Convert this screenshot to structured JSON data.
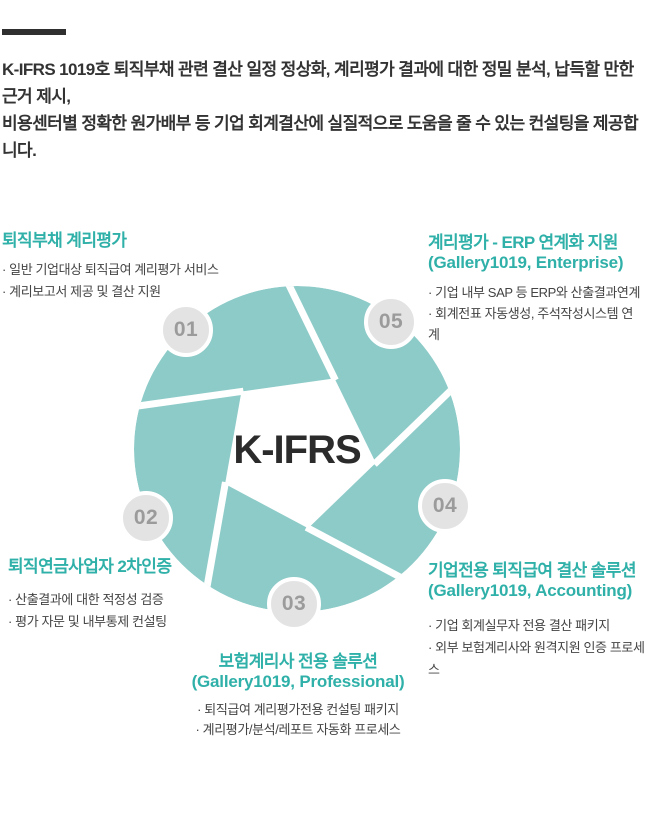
{
  "intro": {
    "lines": [
      "K-IFRS 1019호 퇴직부채 관련 결산 일정 정상화, 계리평가 결과에 대한 정밀 분석, 납득할 만한 근거 제시,",
      "비용센터별 정확한 원가배부 등 기업 회계결산에 실질적으로 도움을 줄 수 있는 컨설팅을 제공합니다."
    ]
  },
  "diagram": {
    "center_label": "K-IFRS",
    "badges": [
      "01",
      "02",
      "03",
      "04",
      "05"
    ]
  },
  "sections": [
    {
      "id": "01",
      "title": "퇴직부채 계리평가",
      "items": [
        "· 일반 기업대상 퇴직급여 계리평가 서비스",
        "· 계리보고서 제공 및 결산 지원"
      ]
    },
    {
      "id": "02",
      "title": "퇴직연금사업자 2차인증",
      "items": [
        "· 산출결과에 대한 적정성 검증",
        "· 평가 자문 및 내부통제 컨설팅"
      ]
    },
    {
      "id": "03",
      "title": "보험계리사 전용 솔루션",
      "subtitle": "(Gallery1019, Professional)",
      "items": [
        "· 퇴직급여 계리평가전용 컨설팅 패키지",
        "· 계리평가/분석/레포트 자동화 프로세스"
      ]
    },
    {
      "id": "04",
      "title": "기업전용 퇴직급여 결산 솔루션",
      "subtitle": "(Gallery1019, Accounting)",
      "items": [
        "· 기업 회계실무자 전용 결산 패키지",
        "· 외부 보험계리사와 원격지원 인증 프로세스"
      ]
    },
    {
      "id": "05",
      "title": "계리평가 - ERP 연계화 지원",
      "subtitle": "(Gallery1019, Enterprise)",
      "items": [
        "· 기업 내부 SAP 등 ERP와 산출결과연계",
        "· 회계전표 자동생성, 주석작성시스템 연계"
      ]
    }
  ],
  "colors": {
    "accent_teal": "#2fb0a8",
    "blade_teal": "#8dcbc8",
    "badge_gray": "#e3e3e3",
    "badge_text": "#9b9b9b",
    "text_dark": "#333333"
  }
}
